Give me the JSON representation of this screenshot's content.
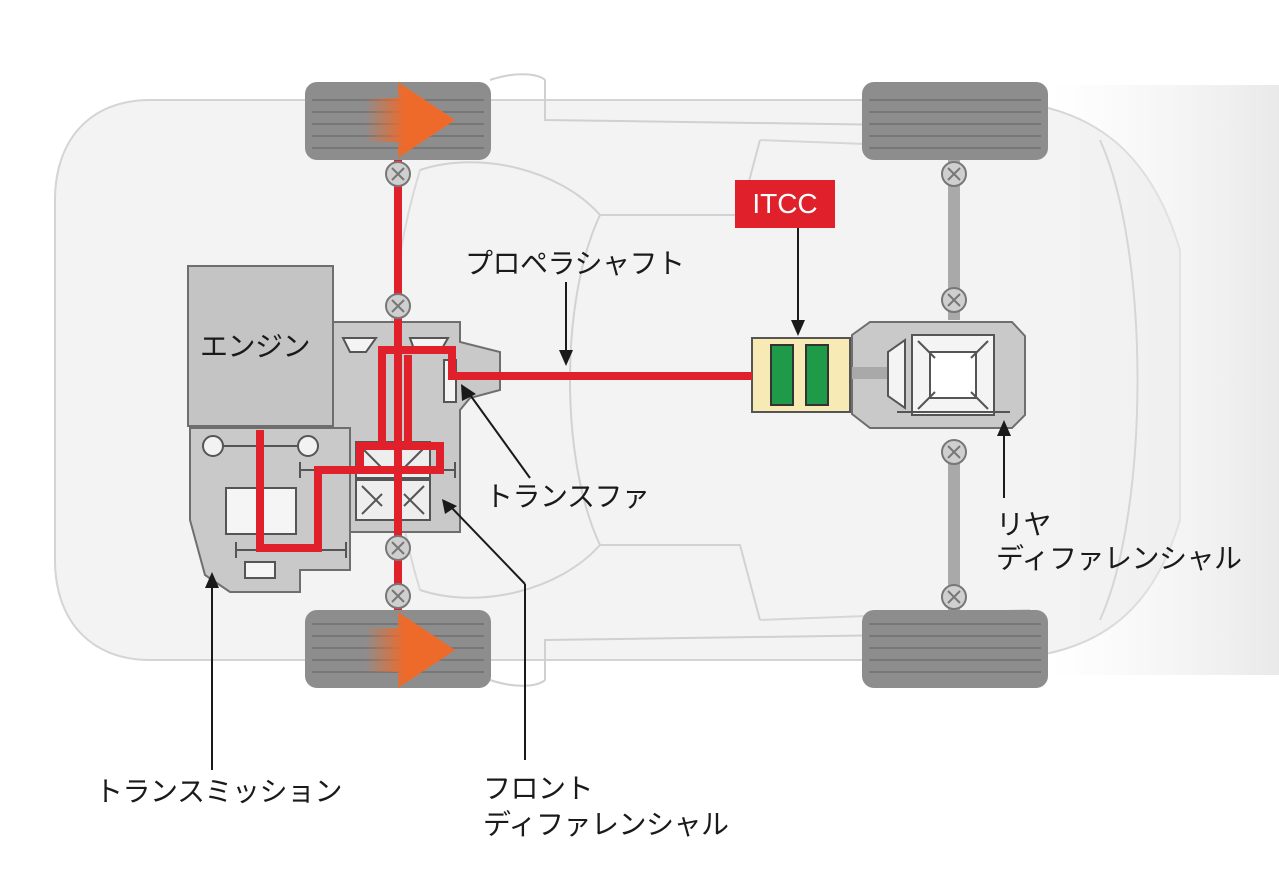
{
  "labels": {
    "engine": "エンジン",
    "propeller_shaft": "プロペラシャフト",
    "itcc": "ITCC",
    "transfer": "トランスファ",
    "rear_diff_line1": "リヤ",
    "rear_diff_line2": "ディファレンシャル",
    "transmission": "トランスミッション",
    "front_diff_line1": "フロント",
    "front_diff_line2": "ディファレンシャル"
  },
  "colors": {
    "drive_path": "#e0202a",
    "arrow": "#ee6a2a",
    "tire": "#8d8d8d",
    "housing": "#c9c9c9",
    "clutch_plate": "#1f9a48",
    "coupling_bg": "#f7eab5"
  }
}
